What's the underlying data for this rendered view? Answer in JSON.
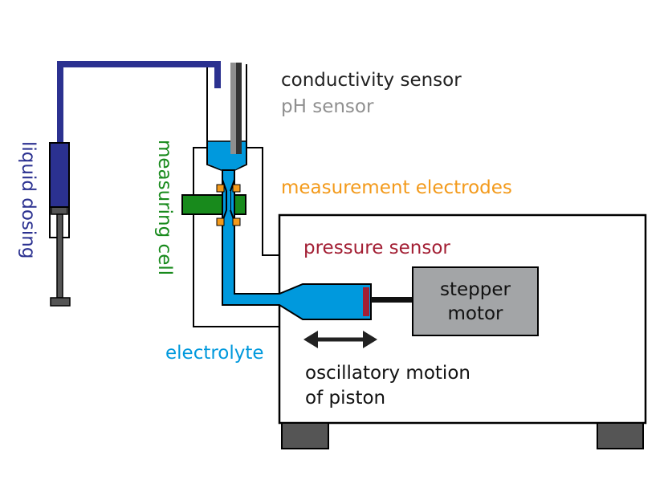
{
  "labels": {
    "conductivity_sensor": "conductivity sensor",
    "ph_sensor": "pH sensor",
    "measurement_electrodes": "measurement electrodes",
    "pressure_sensor": "pressure sensor",
    "electrolyte": "electrolyte",
    "oscillatory_line1": "oscillatory motion",
    "oscillatory_line2": "of piston",
    "stepper_line1": "stepper",
    "stepper_line2": "motor",
    "liquid_dosing": "liquid dosing",
    "measuring_cell": "measuring cell"
  },
  "colors": {
    "dosing": "#2b3190",
    "cell": "#188a1c",
    "electrolyte": "#0099dd",
    "electrodes": "#f39a1b",
    "pressure": "#a31f34",
    "ph": "#8f8f8f",
    "conductivity": "#222222",
    "motor_fill": "#a3a5a7",
    "dark_gray": "#555555"
  }
}
